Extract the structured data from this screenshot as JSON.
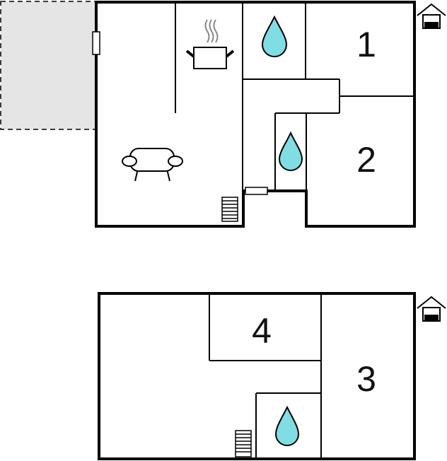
{
  "floor_upper": {
    "rooms": [
      {
        "number": "1"
      },
      {
        "number": "2"
      }
    ],
    "icons": [
      "cooking-pot-icon",
      "sofa-icon",
      "bathroom-water-drop-icon",
      "bathroom-water-drop-icon",
      "staircase-icon",
      "house-floor-icon",
      "window-icon",
      "door-icon"
    ],
    "terrace": "dashed-gray-area"
  },
  "floor_lower": {
    "rooms": [
      {
        "number": "4"
      },
      {
        "number": "3"
      }
    ],
    "icons": [
      "bathroom-water-drop-icon",
      "staircase-icon",
      "house-floor-icon"
    ]
  },
  "colors": {
    "water": "#7fdde3",
    "terrace": "#e5e5e5",
    "wall": "#000000"
  }
}
